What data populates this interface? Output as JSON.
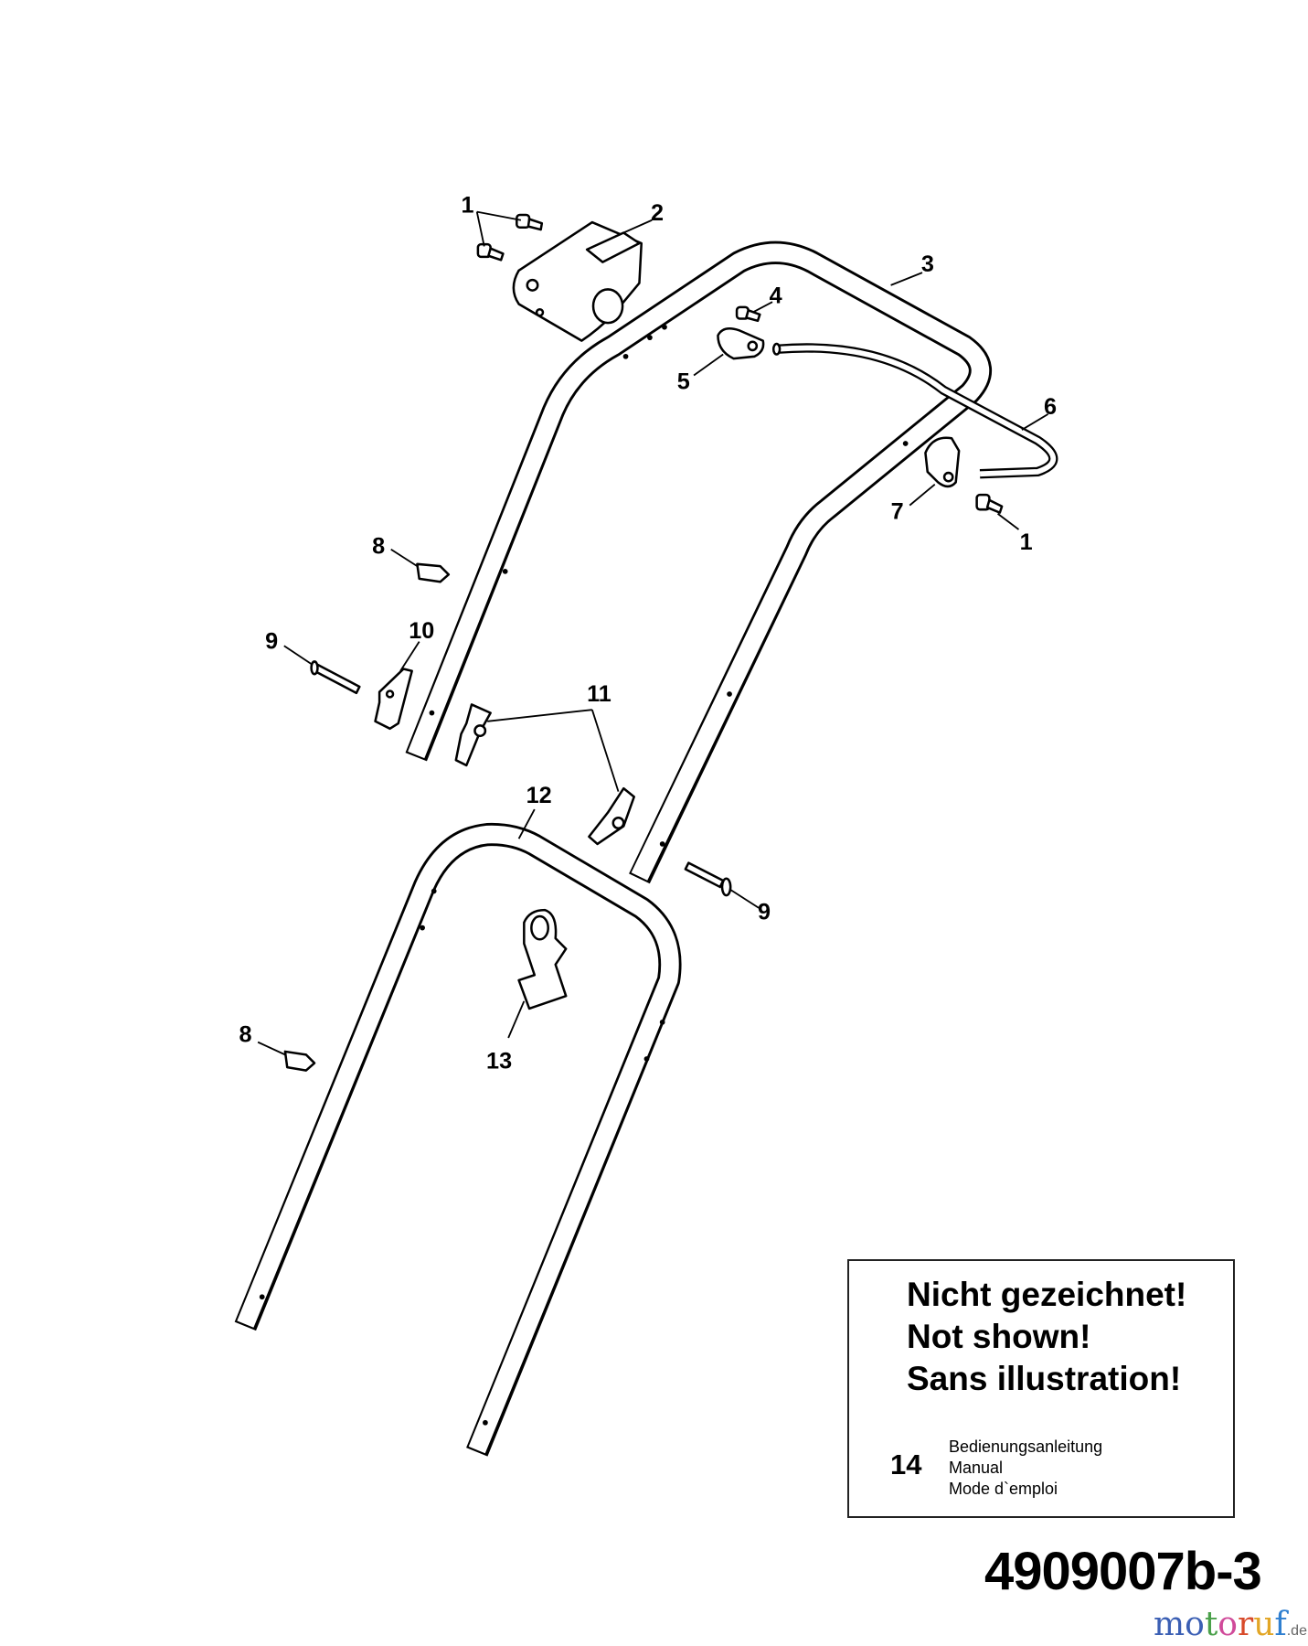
{
  "callouts": {
    "c1a": "1",
    "c2": "2",
    "c3": "3",
    "c4": "4",
    "c5": "5",
    "c6": "6",
    "c7": "7",
    "c1b": "1",
    "c8a": "8",
    "c9a": "9",
    "c10": "10",
    "c11": "11",
    "c12": "12",
    "c9b": "9",
    "c13": "13",
    "c8b": "8"
  },
  "note": {
    "line1": "Nicht gezeichnet!",
    "line2": "Not shown!",
    "line3": "Sans illustration!",
    "item_number": "14",
    "item_de": "Bedienungsanleitung",
    "item_en": "Manual",
    "item_fr": "Mode d`emploi"
  },
  "diagram_code": "4909007b-3",
  "watermark": {
    "letters": [
      "m",
      "o",
      "t",
      "o",
      "r",
      "u",
      "f"
    ],
    "colors": [
      "#3b5fb4",
      "#3b5fb4",
      "#4aa04a",
      "#d04a9a",
      "#d84a2a",
      "#e2a626",
      "#2f7fd0"
    ],
    "suffix": ".de"
  }
}
